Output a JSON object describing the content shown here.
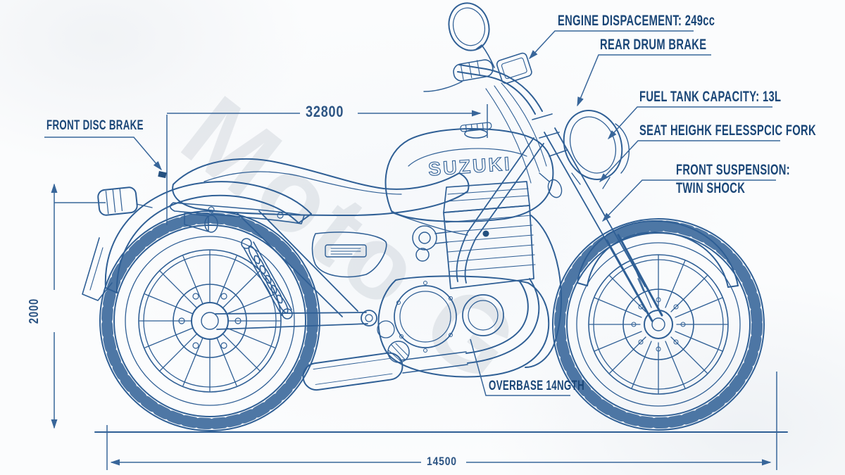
{
  "colors": {
    "background": "#fbfcfd",
    "ink": "#2f5f95",
    "ink_dark": "#24507f",
    "dimension_lines": "#38669a",
    "label_text": "#1a4677",
    "watermark": "#98a1af"
  },
  "watermark": {
    "text": "Moto G"
  },
  "bike": {
    "brand": "SUZUKI"
  },
  "callouts": {
    "engine_displacement": "ENGINE DISPACEMENT: 249cc",
    "rear_brake": "REAR DRUM BRAKE",
    "fuel_tank": "FUEL TANK CAPACITY: 13L",
    "seat_height": "SEAT HEIGHK FELESSPCIC FORK",
    "front_suspension_line1": "FRONT SUSPENSION:",
    "front_suspension_line2": "TWIN SHOCK",
    "front_brake": "FRONT DISC BRAKE",
    "wheelbase": "OVERBASE 14NGTH"
  },
  "dimensions": {
    "width_top": "32800",
    "height_left": "2000",
    "length_bottom": "14500"
  }
}
